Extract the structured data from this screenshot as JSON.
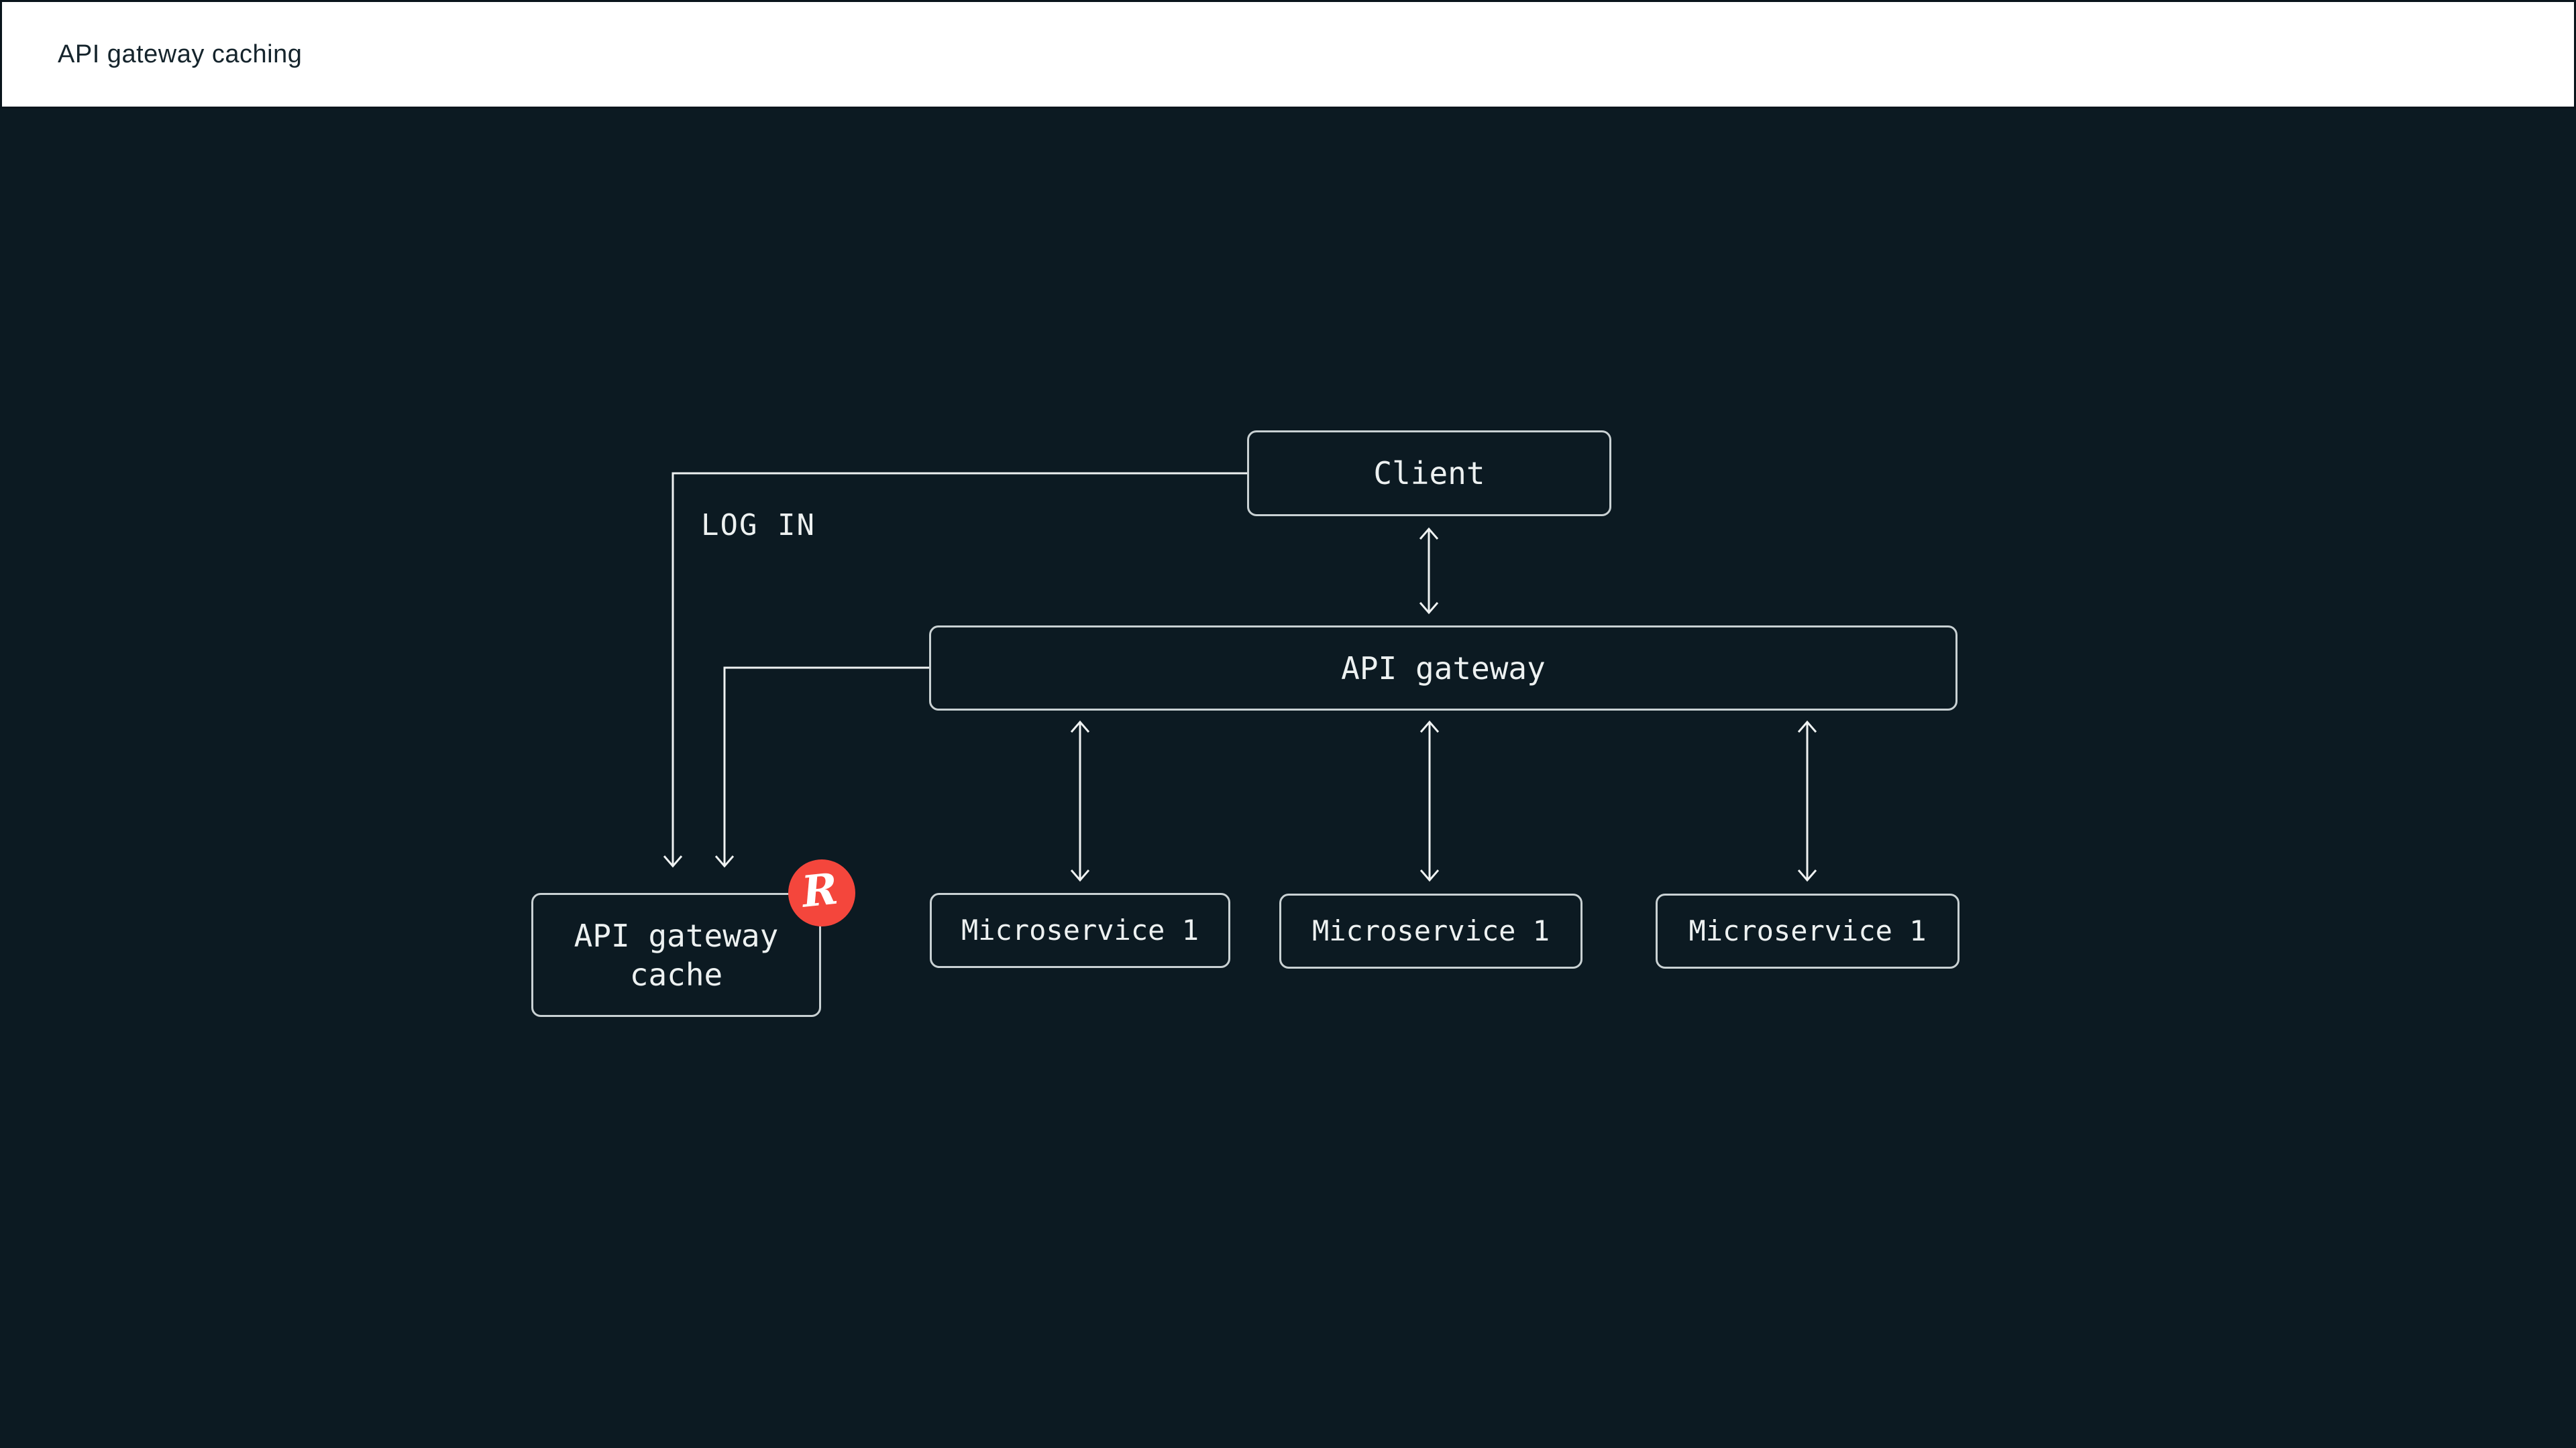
{
  "header": {
    "title": "API gateway caching"
  },
  "diagram": {
    "nodes": {
      "client": {
        "label": "Client"
      },
      "api_gateway": {
        "label": "API gateway"
      },
      "api_gateway_cache": {
        "label": "API gateway cache"
      },
      "microservices": [
        {
          "label": "Microservice 1"
        },
        {
          "label": "Microservice 1"
        },
        {
          "label": "Microservice 1"
        }
      ]
    },
    "edge_labels": {
      "login": "LOG IN"
    },
    "badge": {
      "letter": "R",
      "icon": "r-logo-icon"
    },
    "colors": {
      "background": "#0C1A22",
      "header_background": "#FFFFFF",
      "header_border": "#0A151C",
      "title_text": "#15242C",
      "node_border": "#C9D1D3",
      "node_text": "#EDF1F1",
      "connector": "#EFF2F2",
      "badge_background": "#F4463C",
      "badge_glyph": "#FFFFFF"
    }
  }
}
